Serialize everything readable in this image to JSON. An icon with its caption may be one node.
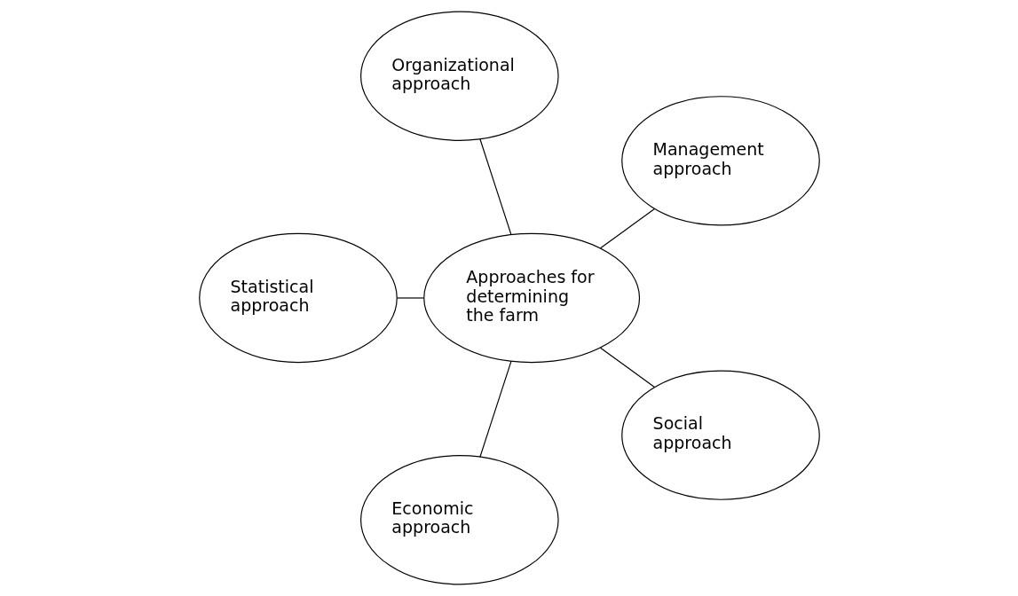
{
  "diagram": {
    "nodes": [
      {
        "text": [
          "Management approach"
        ]
      },
      {
        "text": [
          "Organizational approach"
        ]
      },
      {
        "text": [
          "Statistical approach"
        ]
      },
      {
        "text": [
          "Approaches for determining the farm"
        ]
      },
      {
        "text": [
          "Economic approach"
        ]
      },
      {
        "text": [
          "Social approach"
        ]
      }
    ],
    "edges": [
      {
        "from": 3,
        "to": 0,
        "arrow": "none"
      },
      {
        "from": 3,
        "to": 2,
        "arrow": "none"
      },
      {
        "from": 3,
        "to": 5,
        "arrow": "none"
      },
      {
        "from": 3,
        "to": 4,
        "arrow": "none"
      },
      {
        "from": 3,
        "to": 1,
        "arrow": "none"
      }
    ]
  }
}
